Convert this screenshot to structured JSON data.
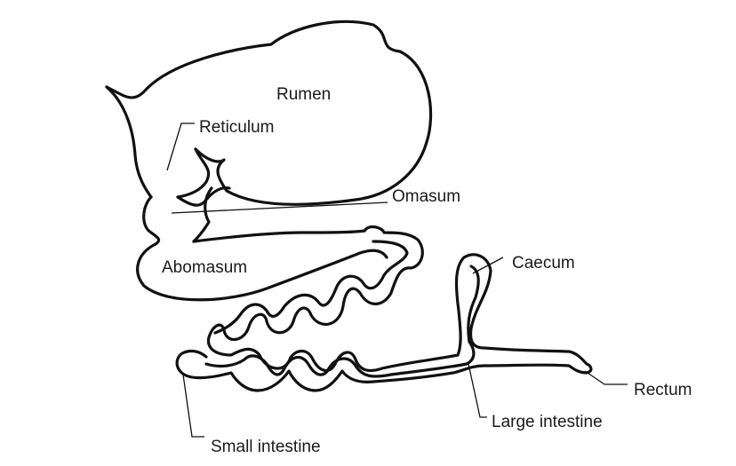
{
  "labels": {
    "rumen": "Rumen",
    "reticulum": "Reticulum",
    "omasum": "Omasum",
    "abomasum": "Abomasum",
    "caecum": "Caecum",
    "rectum": "Rectum",
    "large_intestine": "Large intestine",
    "small_intestine": "Small intestine"
  },
  "colors": {
    "stroke": "#111111",
    "text": "#1a1a1a",
    "background": "#ffffff"
  }
}
